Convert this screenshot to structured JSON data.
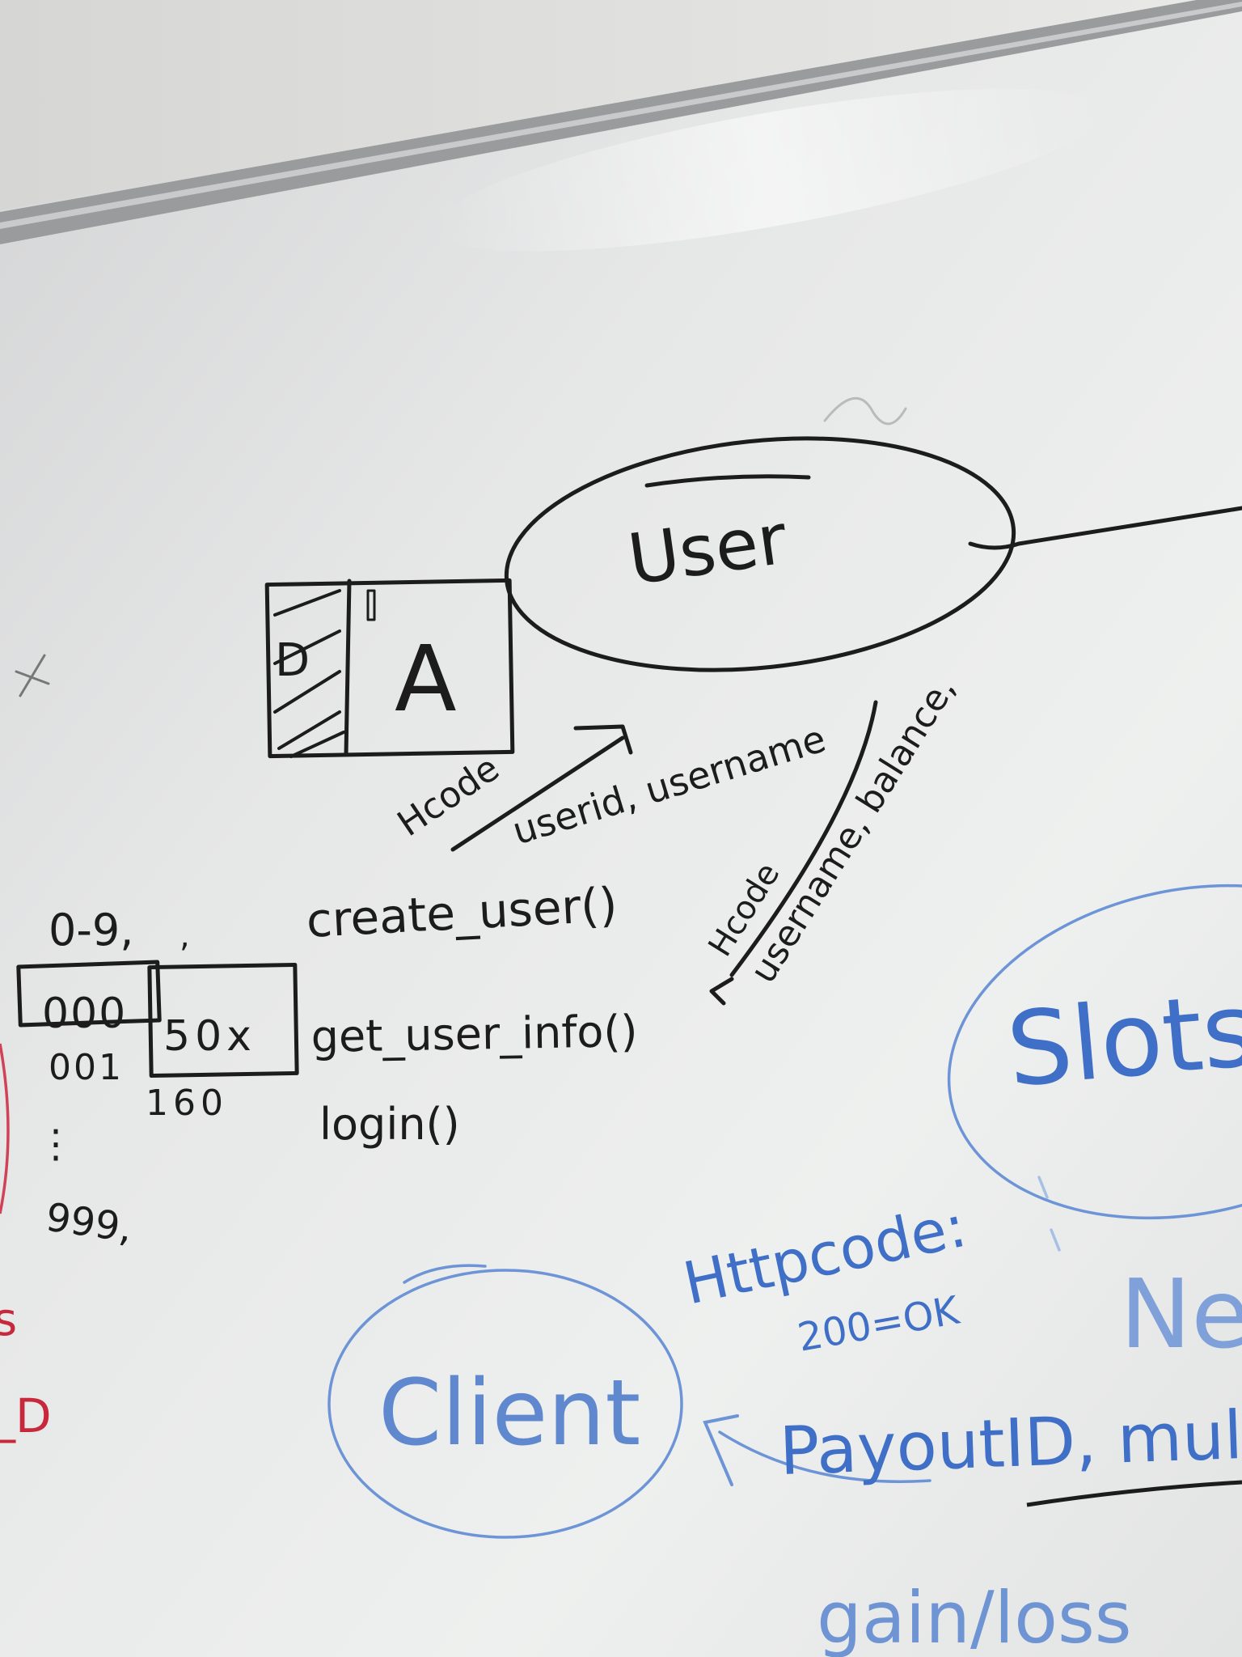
{
  "scene": {
    "description_role": "whiteboard photograph",
    "colors": {
      "black_marker": "#1c1c1c",
      "blue_marker": "#3f6fc6",
      "red_marker": "#c8283c",
      "board": "#ebecec",
      "frame": "#8e8f90"
    }
  },
  "black_notes": {
    "user_label": "User",
    "box_d": "D",
    "box_a": "A",
    "httpcode_1": "Hcode",
    "args_1": "userid, username",
    "create_user": "create_user()",
    "httpcode_2": "Hcode",
    "args_2": "username, balance,",
    "range": "0-9,",
    "comma": ",",
    "cell_1": "000",
    "cell_2": "50x",
    "row_1": "001",
    "row_2": "160",
    "get_user_info": "get_user_info()",
    "login": "login()",
    "dots": "⋮",
    "last_id": "999,",
    "x_mark": "x"
  },
  "blue_notes": {
    "slots": "Slots",
    "client": "Client",
    "httpcode": "Httpcode:",
    "ok": "200=OK",
    "payout": "PayoutID, multi",
    "ne": "Ne",
    "gainloss": "gain/loss"
  },
  "red_notes": {
    "s": "s",
    "d": "_D"
  }
}
